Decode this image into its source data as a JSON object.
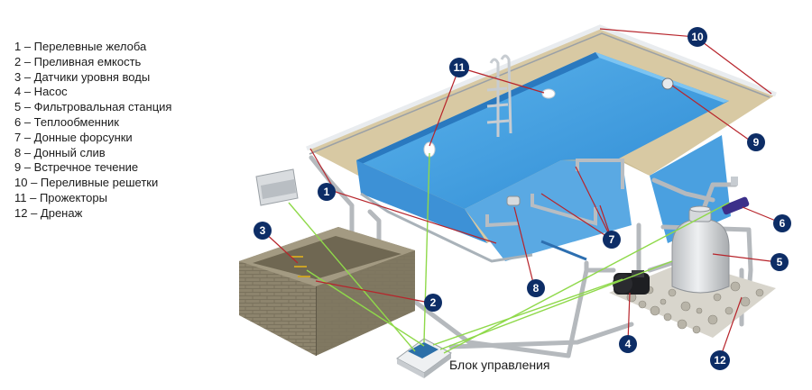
{
  "legend": [
    {
      "number": 1,
      "text": "1 – Перелевные желоба"
    },
    {
      "number": 2,
      "text": "2 – Преливная емкость"
    },
    {
      "number": 3,
      "text": "3 – Датчики уровня воды"
    },
    {
      "number": 4,
      "text": "4 – Насос"
    },
    {
      "number": 5,
      "text": "5 – Фильтровальная станция"
    },
    {
      "number": 6,
      "text": "6 – Теплообменник"
    },
    {
      "number": 7,
      "text": "7 – Донные форсунки"
    },
    {
      "number": 8,
      "text": "8 – Донный слив"
    },
    {
      "number": 9,
      "text": "9 – Встречное течение"
    },
    {
      "number": 10,
      "text": "10 – Переливные решетки"
    },
    {
      "number": 11,
      "text": "11 – Прожекторы"
    },
    {
      "number": 12,
      "text": "12 – Дренаж"
    }
  ],
  "badges": [
    "1",
    "2",
    "3",
    "4",
    "5",
    "6",
    "7",
    "8",
    "9",
    "10",
    "11",
    "12"
  ],
  "control_unit_label": "Блок управления",
  "colors": {
    "badge": "#0d2d66",
    "pointer_line": "#b7242b",
    "signal_line": "#8fd94a",
    "water": "#3e9ee0",
    "pool_deck": "#d8c9a3",
    "tank": "#8c836c",
    "pipe": "#b5b9bd"
  }
}
